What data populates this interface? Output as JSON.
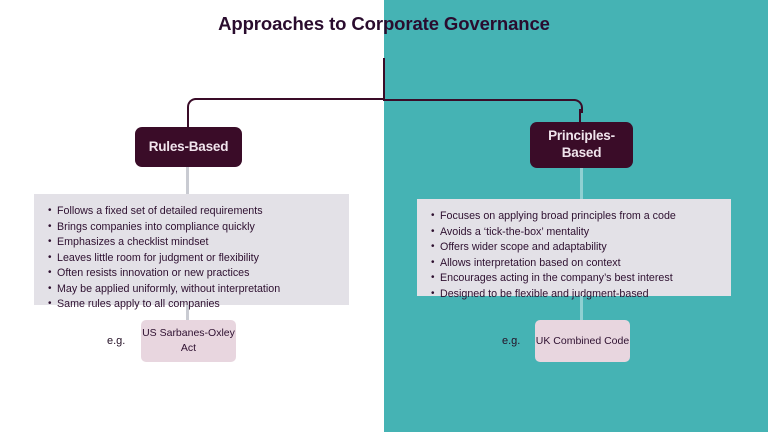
{
  "colors": {
    "teal_panel": "#45B3B4",
    "dark_maroon": "#3A0C28",
    "panel_grey": "#E3E1E7",
    "example_pink": "#E8D6DF",
    "title_text": "#2A0C2E",
    "body_text": "#2E1030"
  },
  "title": "Approaches to Corporate Governance",
  "branches": [
    {
      "id": "rules-based",
      "label": "Rules-Based",
      "bullets": [
        "Follows a fixed set of detailed requirements",
        "Brings companies into compliance quickly",
        "Emphasizes a checklist mindset",
        "Leaves little room for judgment or flexibility",
        "Often resists innovation or new practices",
        "May be applied uniformly, without interpretation",
        "Same rules apply to all companies"
      ],
      "example_label": "e.g.",
      "example": "US Sarbanes-Oxley Act"
    },
    {
      "id": "principles-based",
      "label": "Principles-Based",
      "bullets": [
        "Focuses on applying broad principles from a code",
        "Avoids a ‘tick-the-box’ mentality",
        "Offers wider scope and adaptability",
        "Allows interpretation based on context",
        "Encourages acting in the company’s best interest",
        "Designed to be flexible and judgment-based"
      ],
      "example_label": "e.g.",
      "example": "UK Combined Code"
    }
  ]
}
